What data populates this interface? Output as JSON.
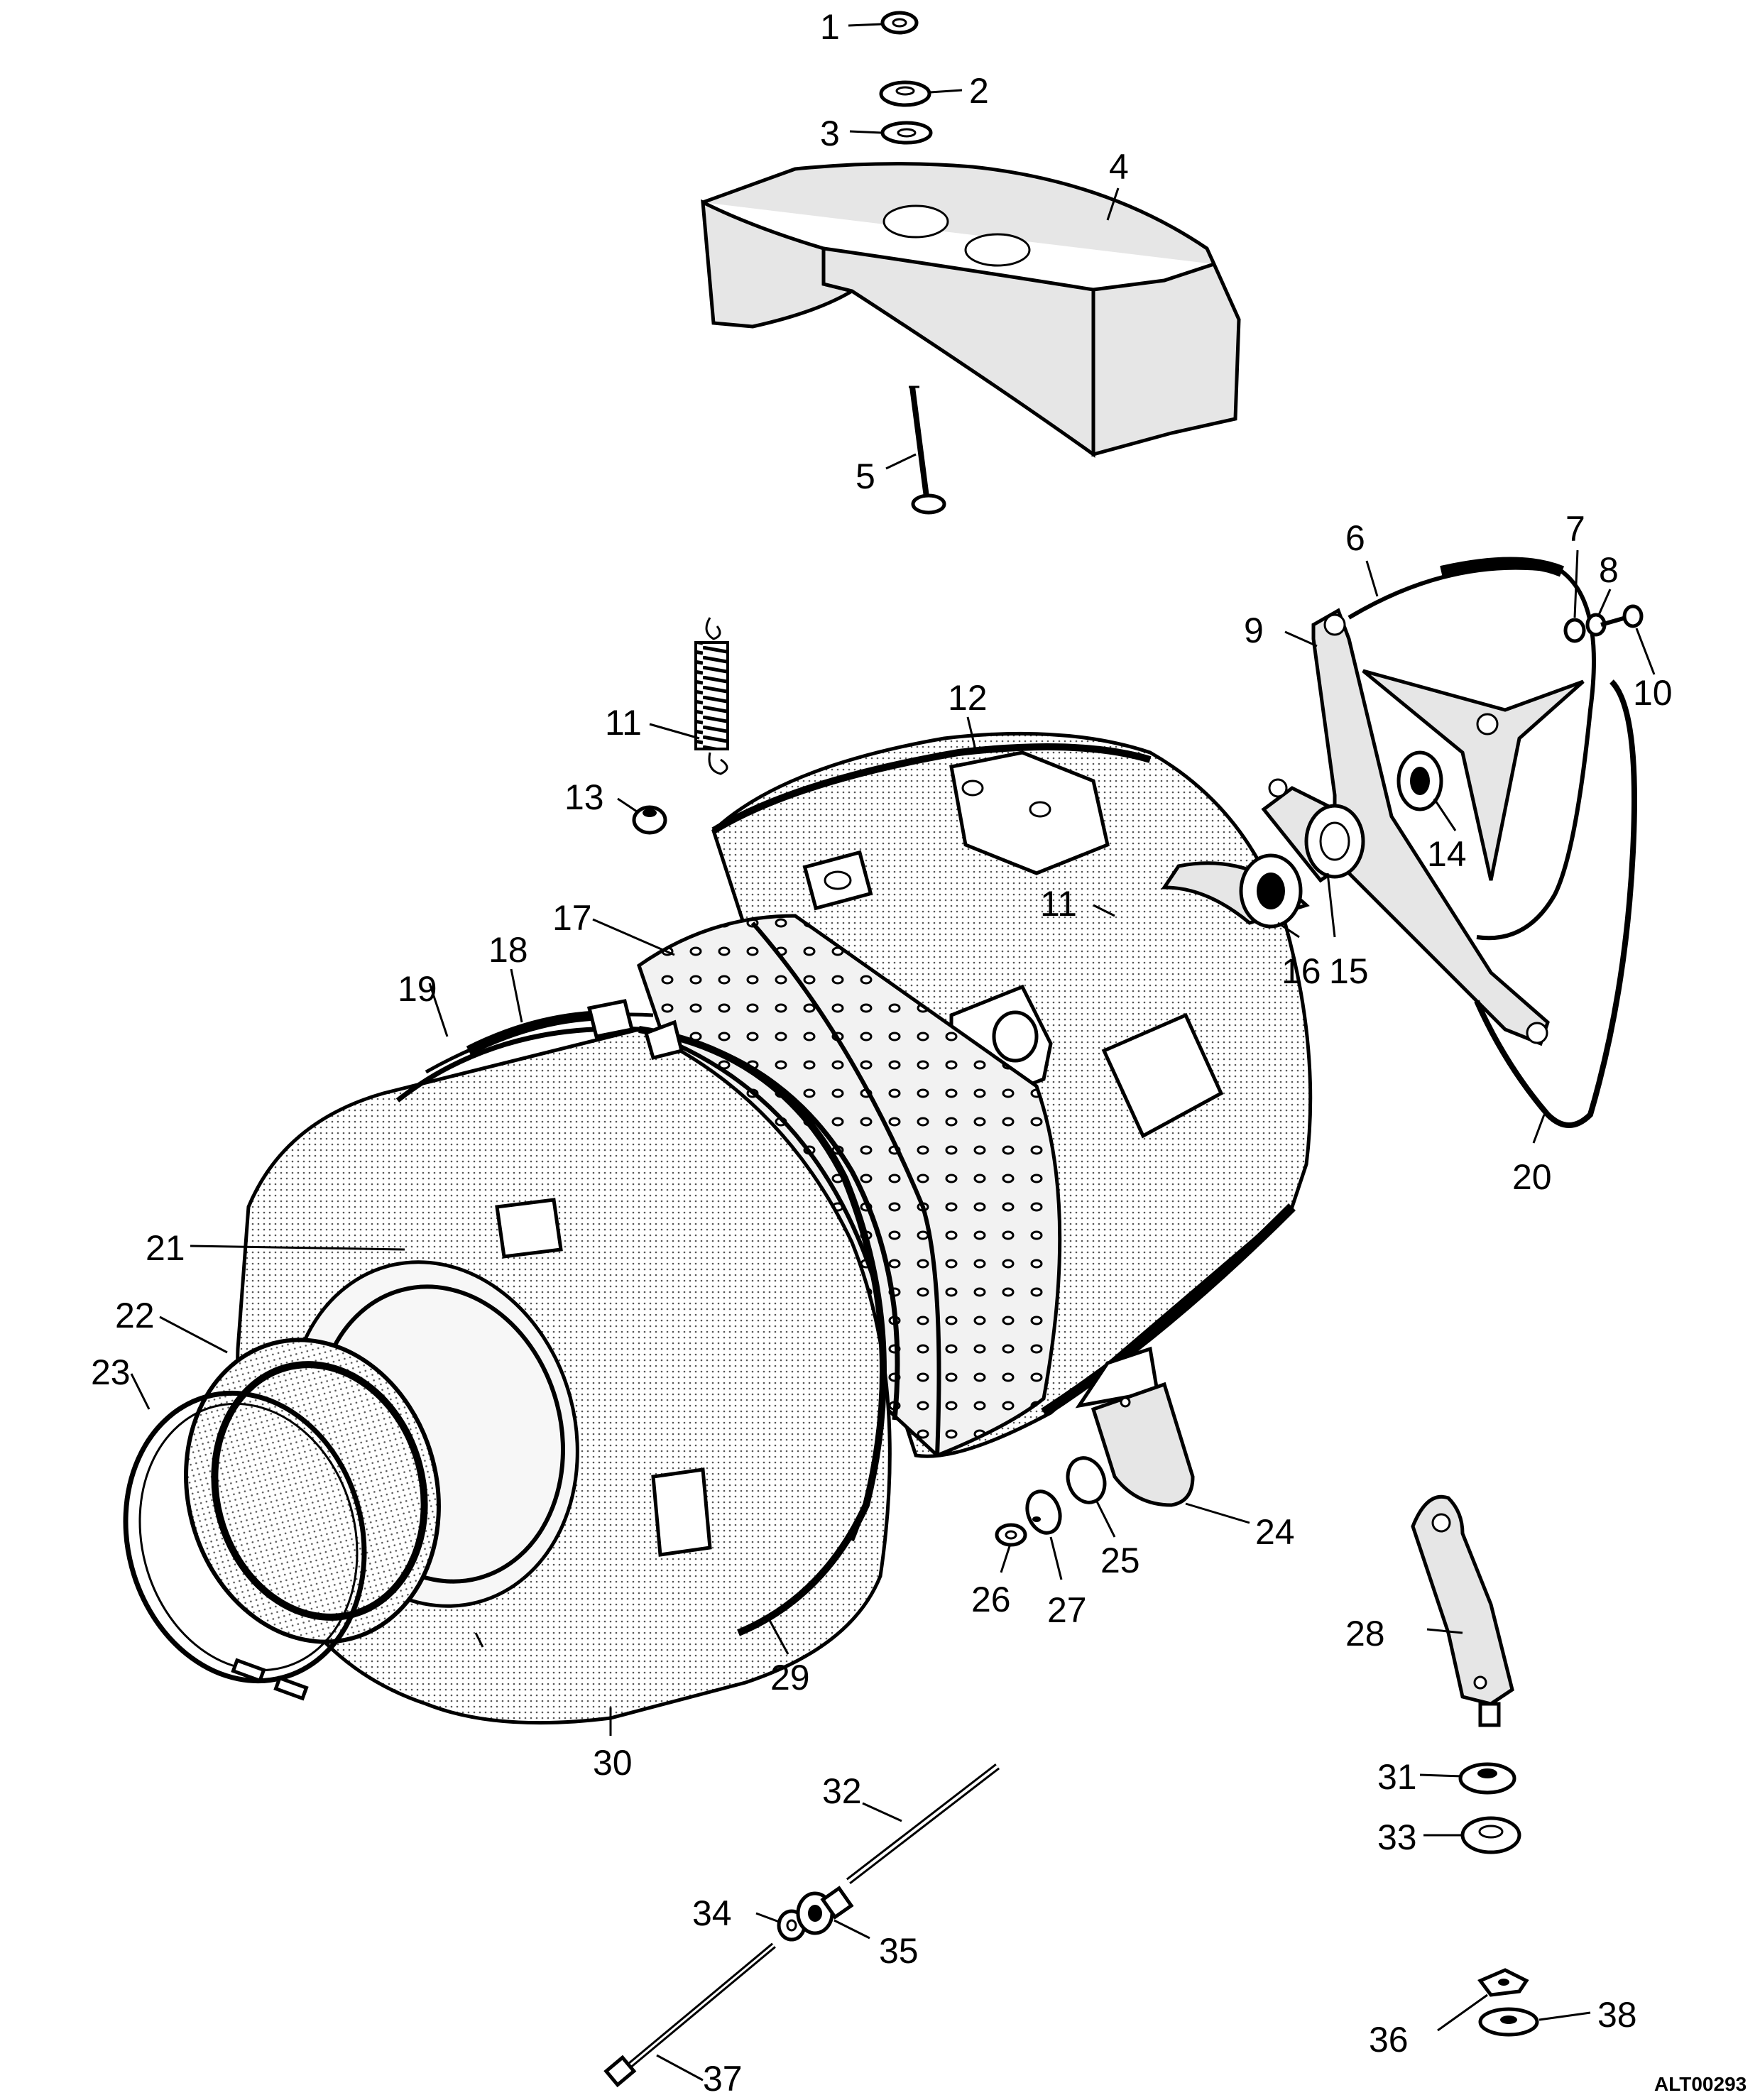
{
  "diagram": {
    "callouts": [
      {
        "id": "c1",
        "label": "1"
      },
      {
        "id": "c2",
        "label": "2"
      },
      {
        "id": "c3",
        "label": "3"
      },
      {
        "id": "c4",
        "label": "4"
      },
      {
        "id": "c5",
        "label": "5"
      },
      {
        "id": "c6",
        "label": "6"
      },
      {
        "id": "c7",
        "label": "7"
      },
      {
        "id": "c8",
        "label": "8"
      },
      {
        "id": "c9",
        "label": "9"
      },
      {
        "id": "c10",
        "label": "10"
      },
      {
        "id": "c11a",
        "label": "11"
      },
      {
        "id": "c11b",
        "label": "11"
      },
      {
        "id": "c12",
        "label": "12"
      },
      {
        "id": "c13",
        "label": "13"
      },
      {
        "id": "c14",
        "label": "14"
      },
      {
        "id": "c15",
        "label": "15"
      },
      {
        "id": "c16",
        "label": "16"
      },
      {
        "id": "c17",
        "label": "17"
      },
      {
        "id": "c18",
        "label": "18"
      },
      {
        "id": "c19",
        "label": "19"
      },
      {
        "id": "c20",
        "label": "20"
      },
      {
        "id": "c21",
        "label": "21"
      },
      {
        "id": "c22",
        "label": "22"
      },
      {
        "id": "c23",
        "label": "23"
      },
      {
        "id": "c24",
        "label": "24"
      },
      {
        "id": "c25",
        "label": "25"
      },
      {
        "id": "c26",
        "label": "26"
      },
      {
        "id": "c27",
        "label": "27"
      },
      {
        "id": "c28",
        "label": "28"
      },
      {
        "id": "c29",
        "label": "29"
      },
      {
        "id": "c30",
        "label": "30"
      },
      {
        "id": "c31",
        "label": "31"
      },
      {
        "id": "c32",
        "label": "32"
      },
      {
        "id": "c33",
        "label": "33"
      },
      {
        "id": "c34",
        "label": "34"
      },
      {
        "id": "c35",
        "label": "35"
      },
      {
        "id": "c36",
        "label": "36"
      },
      {
        "id": "c37",
        "label": "37"
      },
      {
        "id": "c38",
        "label": "38"
      }
    ],
    "document_id": "ALT00293"
  }
}
